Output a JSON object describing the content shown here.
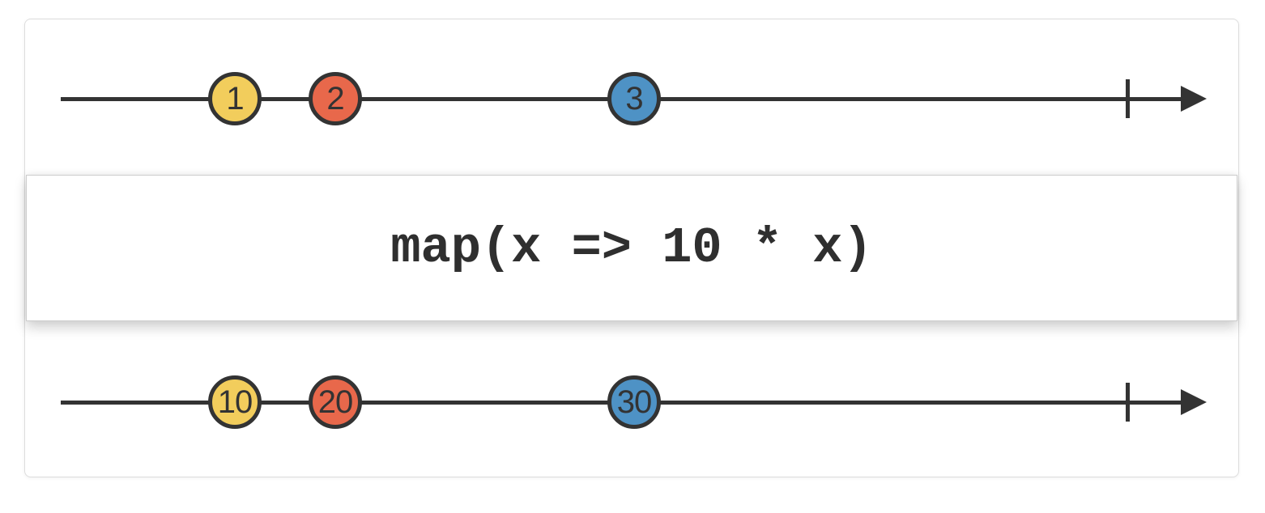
{
  "diagram": {
    "operator_label": "map(x => 10 * x)",
    "input_stream": {
      "marbles": [
        {
          "value": "1",
          "color": "#F2CD5C"
        },
        {
          "value": "2",
          "color": "#E8684B"
        },
        {
          "value": "3",
          "color": "#4E92C5"
        }
      ]
    },
    "output_stream": {
      "marbles": [
        {
          "value": "10",
          "color": "#F2CD5C"
        },
        {
          "value": "20",
          "color": "#E8684B"
        },
        {
          "value": "30",
          "color": "#4E92C5"
        }
      ]
    },
    "icons": {
      "arrowhead": "triangle-right-arrowhead",
      "completion_tick": "vertical-bar"
    },
    "colors": {
      "stroke": "#333333",
      "frame_border": "#DDDDDD",
      "operator_box_border": "#CCCCCC",
      "background": "#FFFFFF",
      "marble_yellow": "#F2CD5C",
      "marble_orange": "#E8684B",
      "marble_blue": "#4E92C5"
    }
  }
}
